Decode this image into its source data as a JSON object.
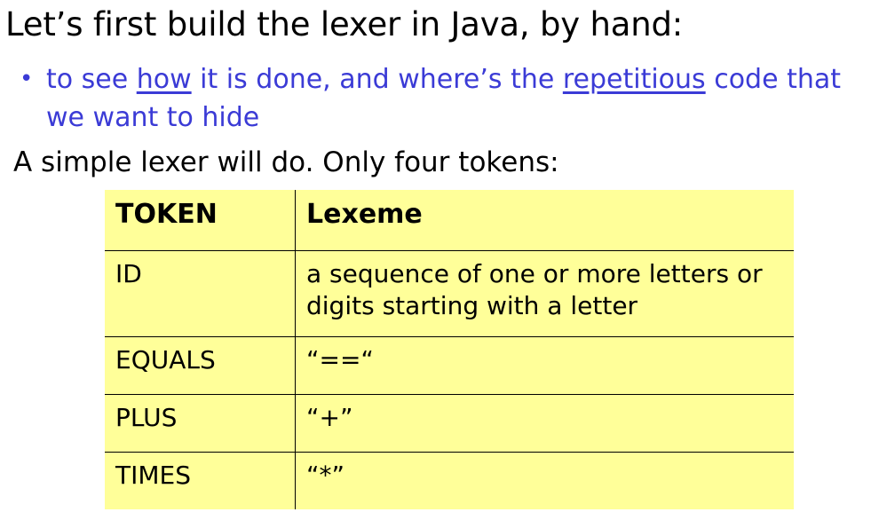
{
  "slide": {
    "heading": "Let’s first build the lexer in Java, by hand:",
    "bullet": {
      "dot": "•",
      "text_before": "to see ",
      "underline_1": "how",
      "text_middle": " it is done, and where’s the ",
      "underline_2": "repetitious",
      "text_after": " code that we want to hide"
    },
    "subheading": "A simple lexer will do.  Only four tokens:"
  },
  "table": {
    "headers": [
      "TOKEN",
      "Lexeme"
    ],
    "rows": [
      {
        "token": "ID",
        "lexeme": "a sequence of one or more letters or digits starting with a letter"
      },
      {
        "token": "EQUALS",
        "lexeme": "“==“"
      },
      {
        "token": "PLUS",
        "lexeme": "“+”"
      },
      {
        "token": "TIMES",
        "lexeme": "“*”"
      }
    ]
  },
  "colors": {
    "bullet_text": "#3b3bd6",
    "table_background": "#ffff99"
  }
}
